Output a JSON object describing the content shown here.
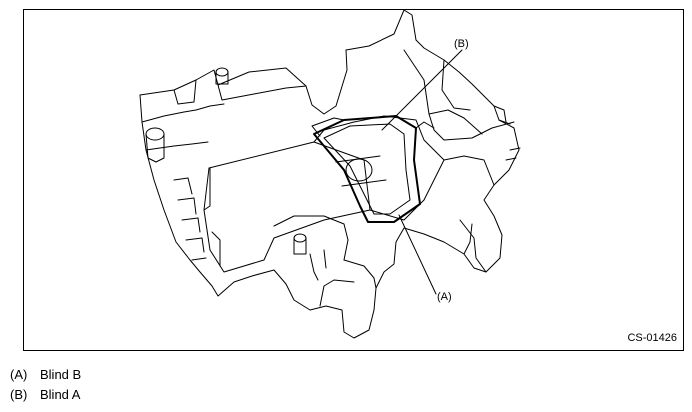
{
  "figure": {
    "code": "CS-01426",
    "callouts": {
      "a": "(A)",
      "b": "(B)"
    }
  },
  "legend": [
    {
      "key": "(A)",
      "text": "Blind B"
    },
    {
      "key": "(B)",
      "text": "Blind A"
    }
  ]
}
